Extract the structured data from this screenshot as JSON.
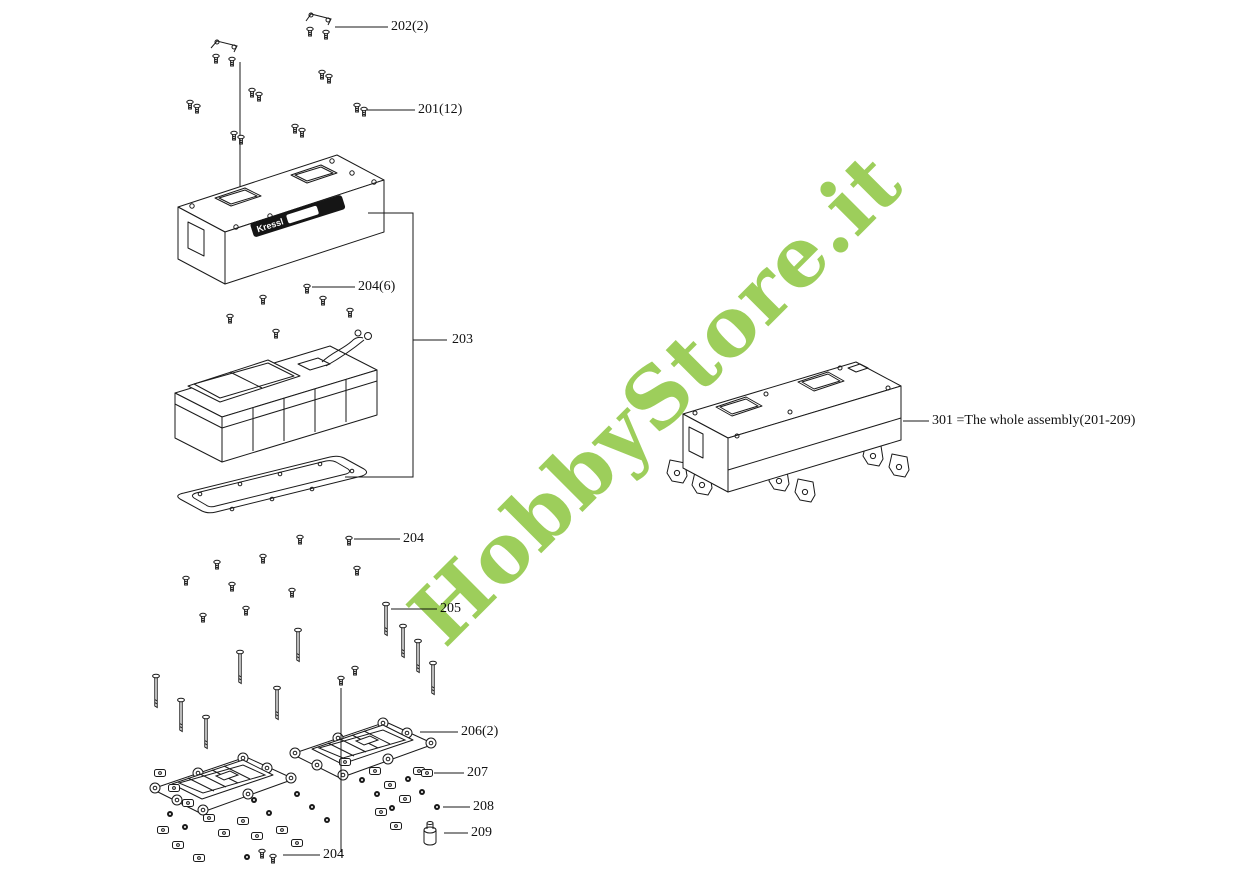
{
  "watermark": {
    "text": "HobbyStore.it",
    "color": "#8CC63E"
  },
  "diagram": {
    "case_label": "Kressl",
    "labels": [
      {
        "id": "202",
        "text": "202(2)"
      },
      {
        "id": "201",
        "text": "201(12)"
      },
      {
        "id": "204a",
        "text": "204(6)"
      },
      {
        "id": "203",
        "text": "203"
      },
      {
        "id": "204b",
        "text": "204"
      },
      {
        "id": "205",
        "text": "205"
      },
      {
        "id": "206",
        "text": "206(2)"
      },
      {
        "id": "207",
        "text": "207"
      },
      {
        "id": "208",
        "text": "208"
      },
      {
        "id": "209",
        "text": "209"
      },
      {
        "id": "204c",
        "text": "204"
      },
      {
        "id": "301",
        "text": "301 =The whole assembly(201-209)"
      }
    ]
  }
}
